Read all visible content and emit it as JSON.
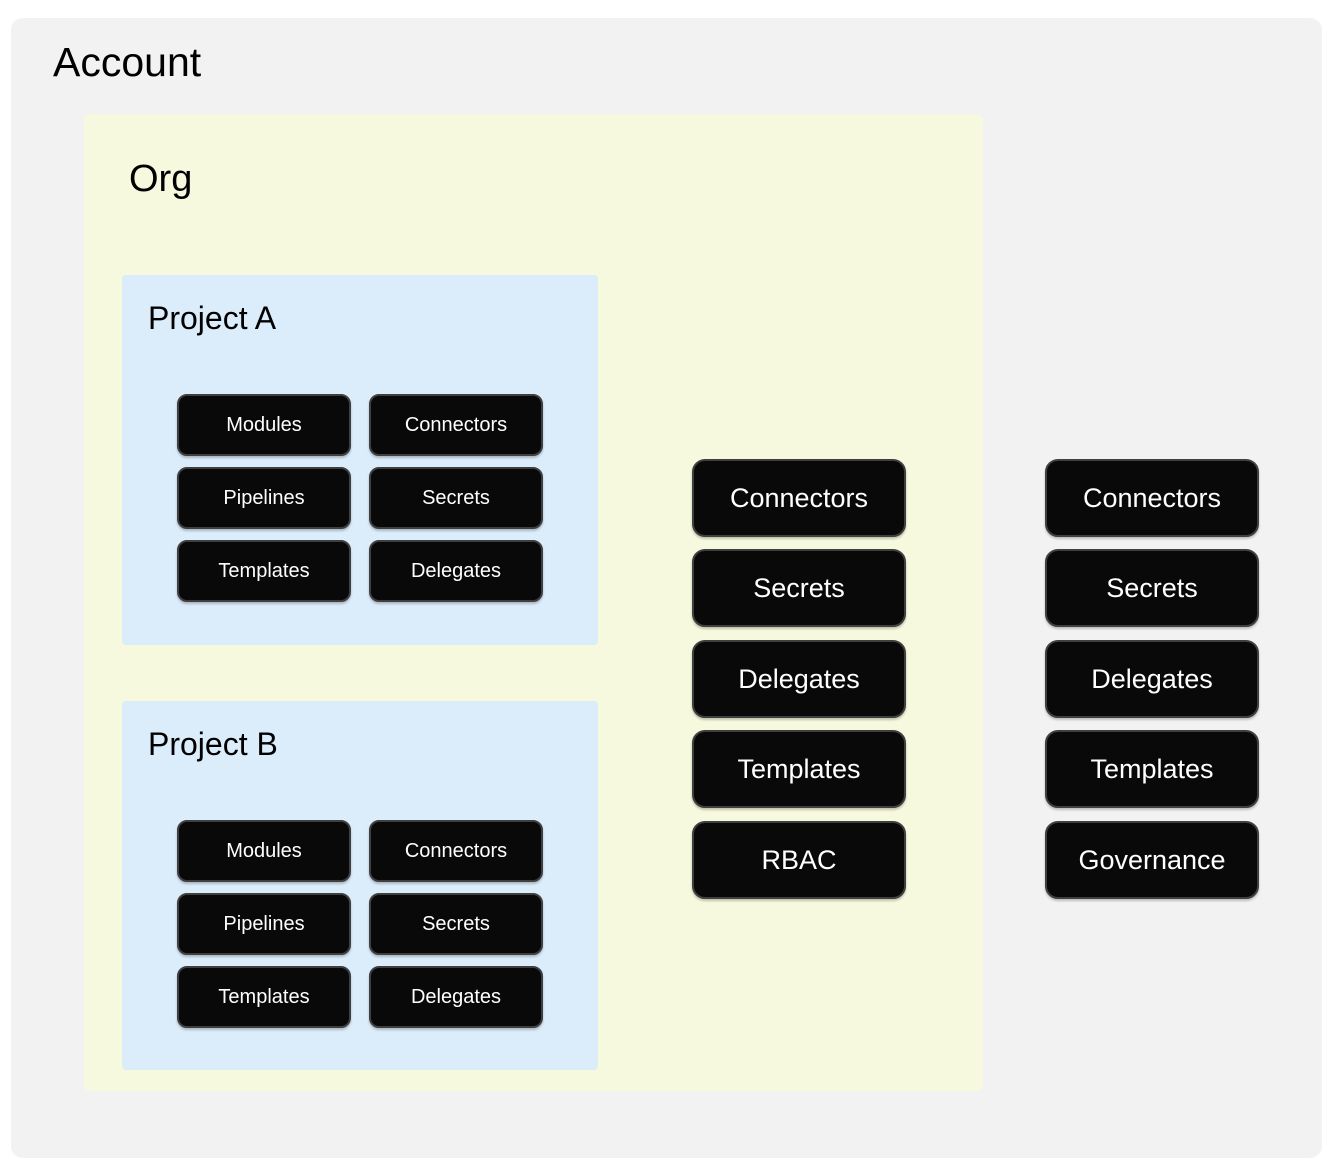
{
  "diagram": {
    "type": "nested-scope-hierarchy",
    "colors": {
      "account_background": "#f2f2f2",
      "org_background": "#f6f9dd",
      "project_background": "#dbecfb",
      "node_fill": "#090909",
      "node_border": "#3f3f3f",
      "node_text": "#ffffff",
      "page_background": "#ffffff"
    }
  },
  "account": {
    "title": "Account",
    "org": {
      "title": "Org",
      "projects": [
        {
          "title": "Project A",
          "nodes_column_1": [
            "Modules",
            "Pipelines",
            "Templates"
          ],
          "nodes_column_2": [
            "Connectors",
            "Secrets",
            "Delegates"
          ]
        },
        {
          "title": "Project B",
          "nodes_column_1": [
            "Modules",
            "Pipelines",
            "Templates"
          ],
          "nodes_column_2": [
            "Connectors",
            "Secrets",
            "Delegates"
          ]
        }
      ],
      "org_level_nodes": [
        "Connectors",
        "Secrets",
        "Delegates",
        "Templates",
        "RBAC"
      ]
    },
    "account_level_nodes": [
      "Connectors",
      "Secrets",
      "Delegates",
      "Templates",
      "Governance"
    ]
  }
}
